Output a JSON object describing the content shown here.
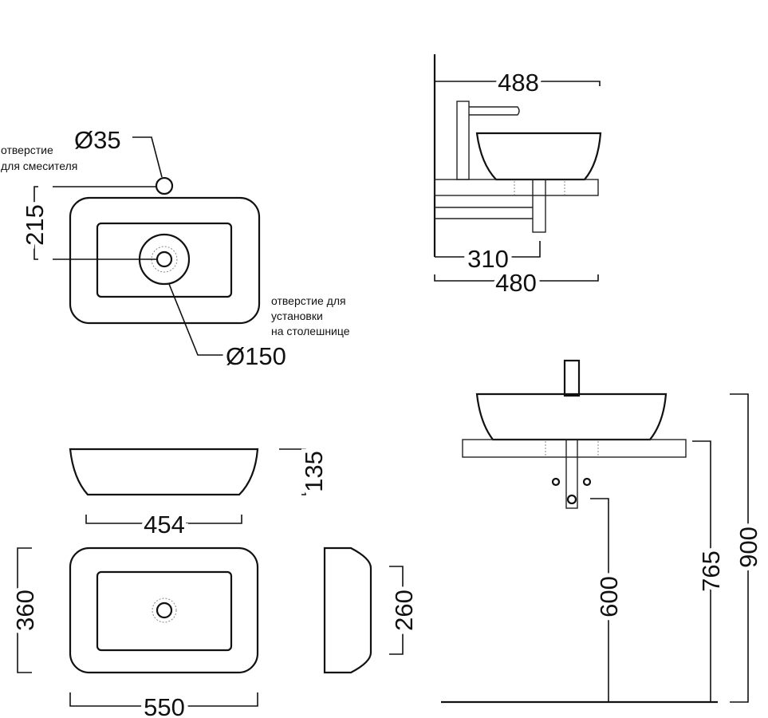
{
  "plan_view": {
    "faucet_hole_diameter": "Ø35",
    "faucet_hole_note": [
      "отверстие",
      "для смесителя"
    ],
    "faucet_offset": "215",
    "mount_hole_diameter": "Ø150",
    "mount_hole_note": [
      "отверстие для",
      "установки",
      "на столешнице"
    ]
  },
  "front_view": {
    "height": "135",
    "bottom_width": "454"
  },
  "bottom_plan": {
    "depth": "360",
    "width": "550"
  },
  "end_view": {
    "depth": "260"
  },
  "side_install": {
    "overall_depth": "488",
    "drain_offset": "310",
    "counter_depth": "480"
  },
  "front_install": {
    "drain_height": "600",
    "counter_height": "765",
    "total_height": "900"
  }
}
